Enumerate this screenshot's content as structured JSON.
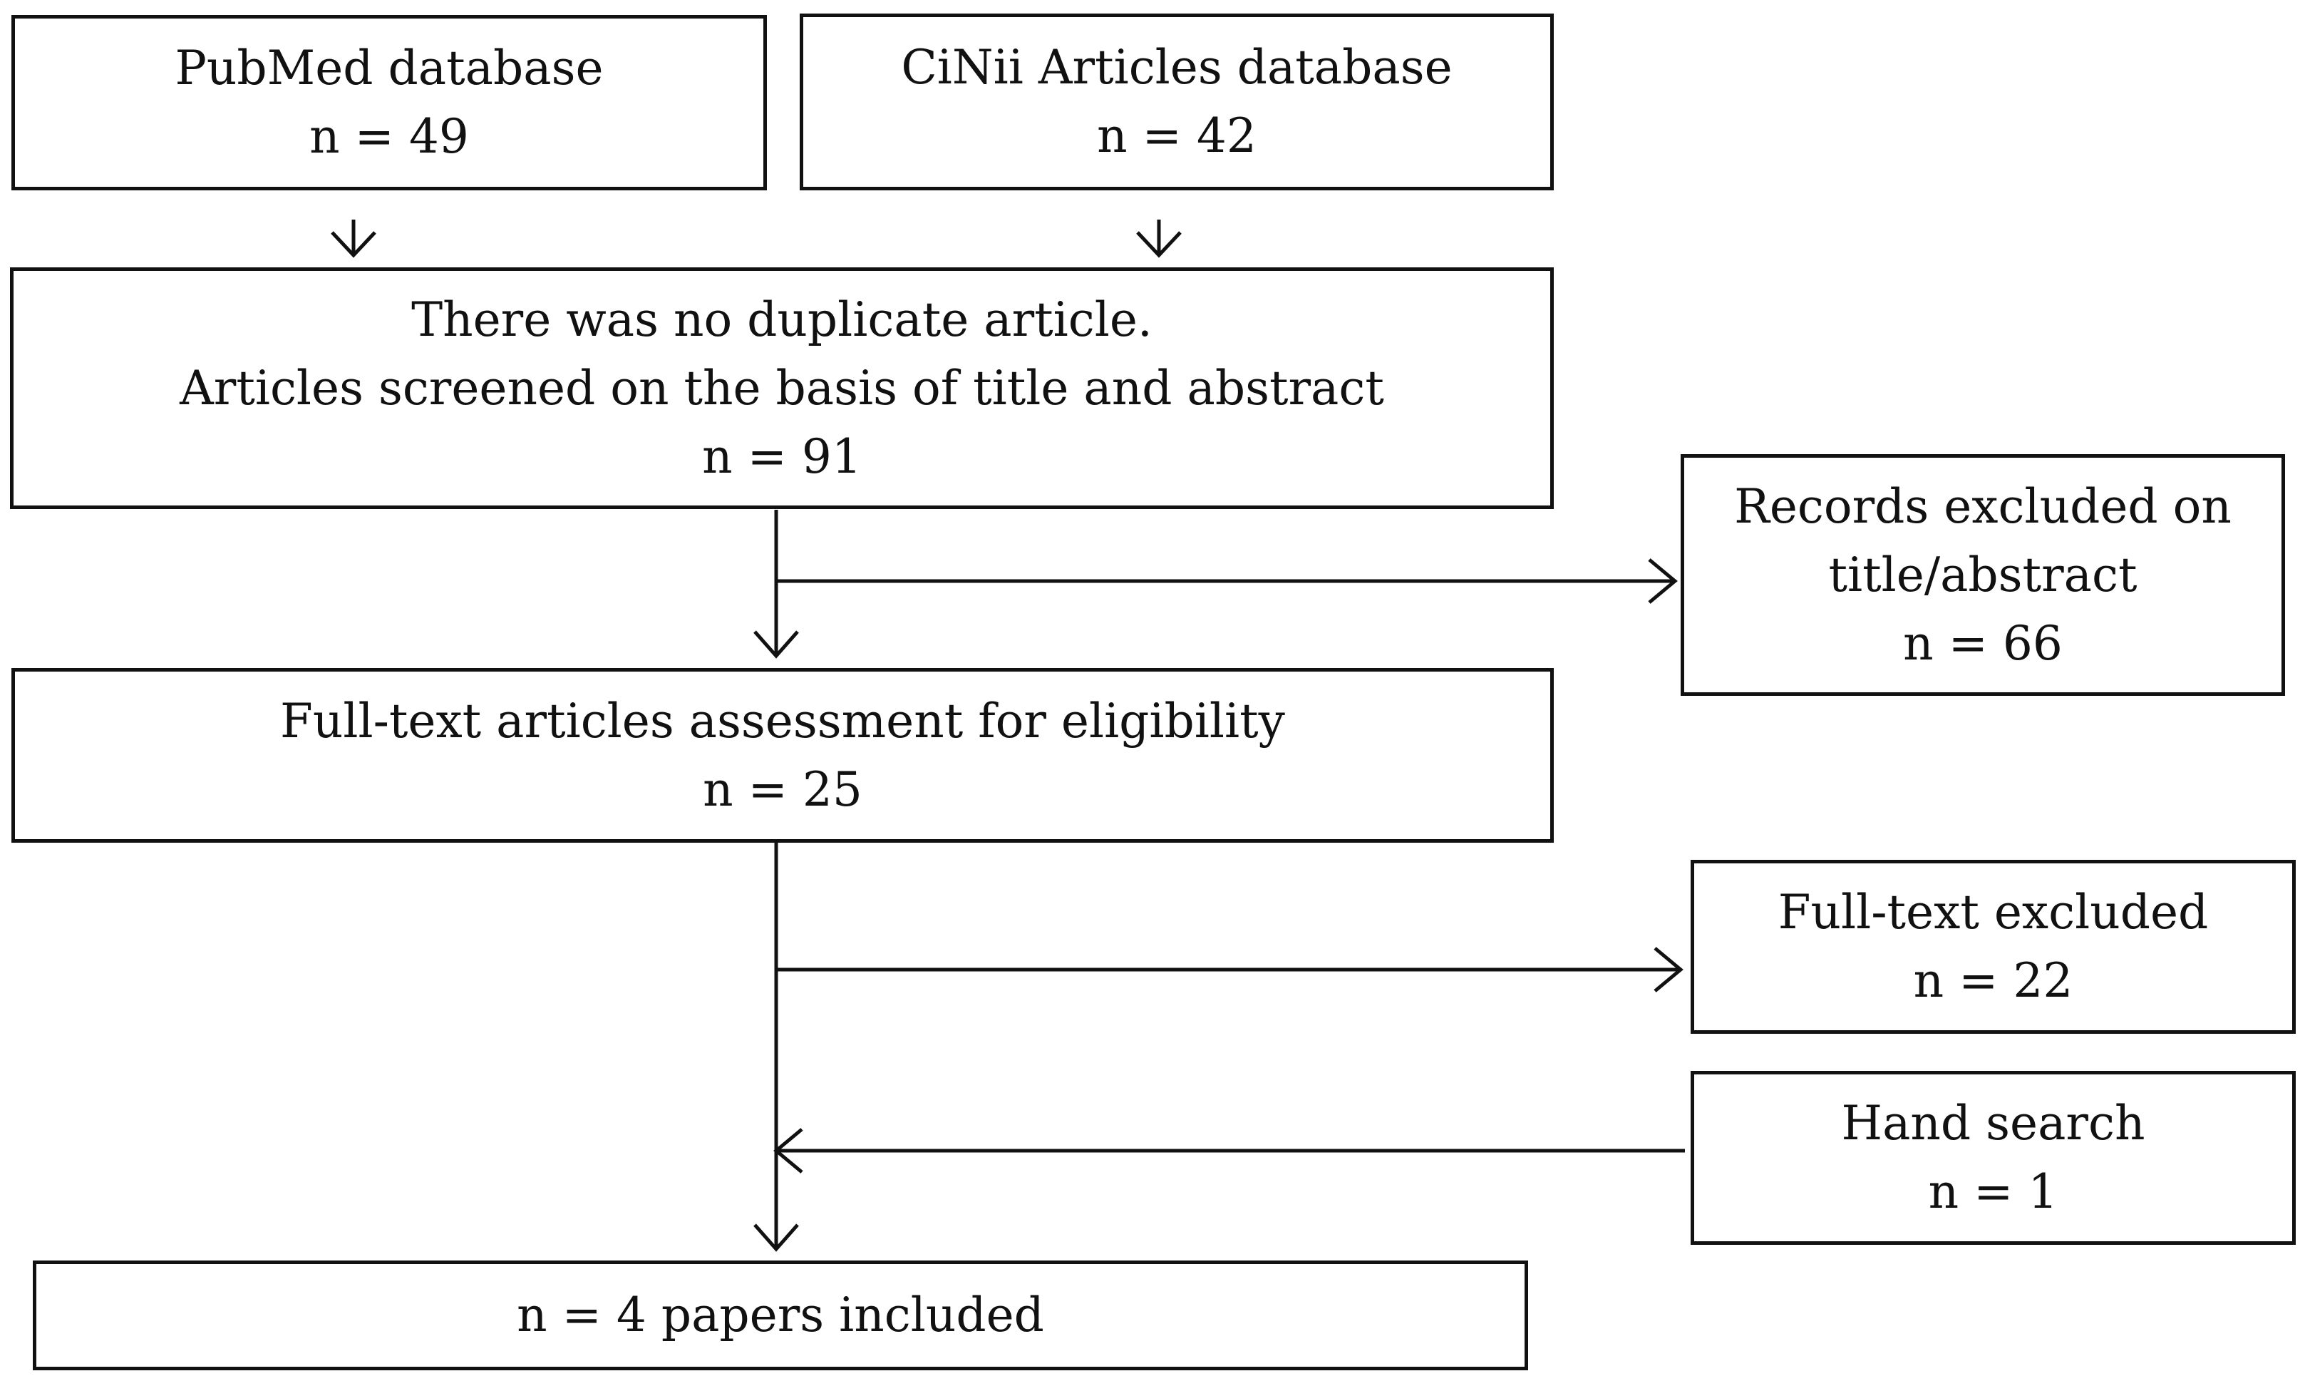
{
  "pubmed": {
    "title": "PubMed database",
    "count": "n = 49"
  },
  "cinii": {
    "title": "CiNii Articles database",
    "count": "n = 42"
  },
  "screened": {
    "line1": "There was no duplicate article.",
    "line2": "Articles screened on the basis of title and abstract",
    "count": "n = 91"
  },
  "excluded_title": {
    "line1": "Records excluded on",
    "line2": "title/abstract",
    "count": "n = 66"
  },
  "fulltext_assessed": {
    "title": "Full-text articles assessment for eligibility",
    "count": "n = 25"
  },
  "fulltext_excluded": {
    "title": "Full-text excluded",
    "count": "n = 22"
  },
  "hand_search": {
    "title": "Hand search",
    "count": "n = 1"
  },
  "included": {
    "title": "n = 4 papers included"
  }
}
